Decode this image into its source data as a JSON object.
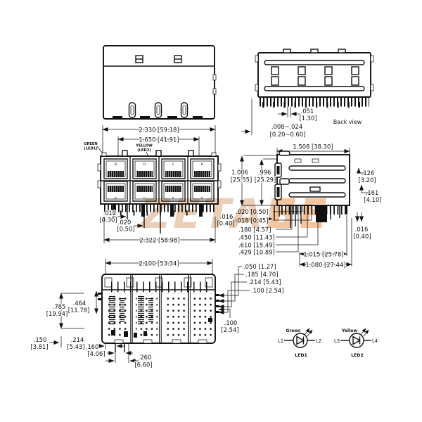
{
  "watermark": {
    "tan": "ZETAB",
    "orange": "EE"
  },
  "front_view": {
    "dim_width": "2.330 [59.18]",
    "dim_led_span": "1.650 [41.91]",
    "green": "GREEN",
    "green_ref": "(LED1)",
    "yellow": "YELLOW",
    "yellow_ref": "(LED2)",
    "ports_top": [
      "B",
      "D",
      "F",
      "H"
    ],
    "ports_bottom": [
      "A",
      "C",
      "E",
      "G"
    ],
    "dim_012": ".012",
    "dim_012_mm": "[0.30]",
    "dim_020": ".020",
    "dim_020_mm": "[0.50]",
    "dim_span": "2.322 [58.98]"
  },
  "back_view": {
    "caption": "Back view",
    "dim_051": ".051",
    "dim_051_mm": "[1.30]",
    "dim_range": ".008~.024",
    "dim_range_mm": "[0.20~0.60]"
  },
  "side_view": {
    "dim_depth": "1.508 [38.30]",
    "dim_1006": "1.006",
    "dim_1006_mm": "[25.55]",
    "dim_996": ".996",
    "dim_996_mm": "[25.29]",
    "dim_126": ".126",
    "dim_126_mm": "[3.20]",
    "dim_161": ".161",
    "dim_161_mm": "[4.10]",
    "dim_016_left": ".016",
    "dim_016_left_mm": "[0.40]",
    "rows": [
      ".020 [0.50]",
      ".018 [0.45]",
      ".180 [4.57]",
      ".450 [11.43]",
      ".610 [15.49]",
      ".429 [10.89]"
    ],
    "dim_1015": "1.015 [25.78]",
    "dim_1080": "1.080 [27.44]",
    "dim_016_right": ".016",
    "dim_016_right_mm": "[0.40]"
  },
  "bottom_view": {
    "dim_width": "2.100 [53.34]",
    "cascade": [
      ".050 [1.27]",
      ".185 [4.70]",
      ".214 [5.43]",
      ".100 [2.54]"
    ],
    "dim_100": ".100",
    "dim_100_mm": "[2.54]",
    "dim_464": ".464",
    "dim_464_mm": "[11.78]",
    "dim_785": ".785",
    "dim_785_mm": "[19.94]",
    "dim_150": ".150",
    "dim_150_mm": "[3.81]",
    "dim_214": ".214",
    "dim_214_mm": "[5.43]",
    "dim_160": ".160",
    "dim_160_mm": "[4.06]",
    "dim_260": ".260",
    "dim_260_mm": "[6.60]"
  },
  "leds": {
    "led1": {
      "color": "Green",
      "left": "L1",
      "right": "L2",
      "name": "LED1"
    },
    "led2": {
      "color": "Yellow",
      "left": "L3",
      "right": "L4",
      "name": "LED2"
    }
  }
}
